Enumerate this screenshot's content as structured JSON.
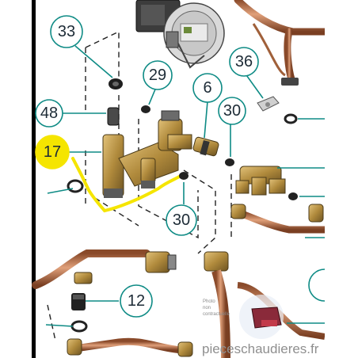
{
  "diagram": {
    "callouts": {
      "c33": "33",
      "c29": "29",
      "c36": "36",
      "c6": "6",
      "c48": "48",
      "c30a": "30",
      "c17": "17",
      "c30b": "30",
      "c12": "12"
    },
    "photo_note": [
      "Photo",
      "non",
      "contractuelle"
    ],
    "watermark": "pieceschaudieres.fr",
    "colors": {
      "callout_stroke": "#0e8b85",
      "callout_bg": "#ffffff",
      "highlight": "#f5e500",
      "copper": "#c7764a",
      "brass": "#b08a3c",
      "left_bar": "#000000"
    }
  }
}
